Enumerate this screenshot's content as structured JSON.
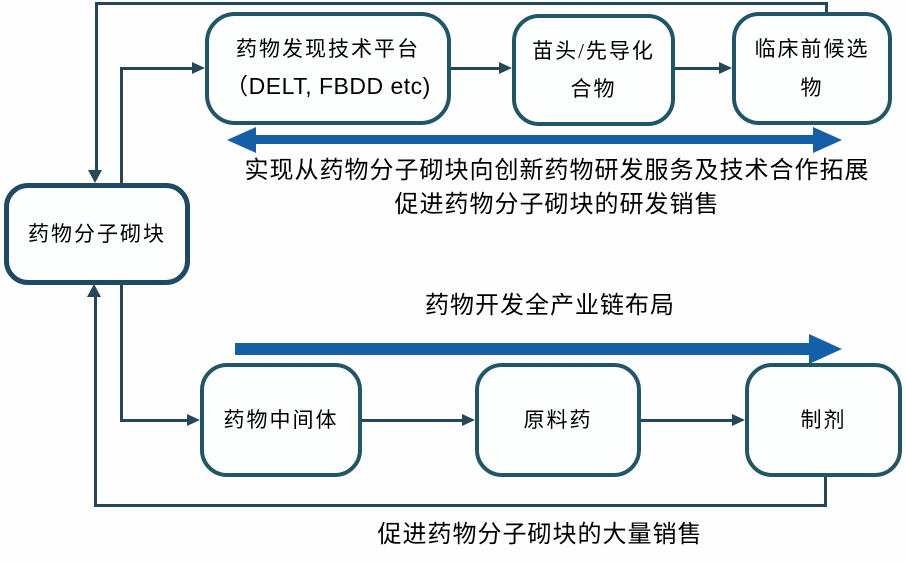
{
  "palette": {
    "line_color": "#25475a",
    "box_border": "#215666",
    "source_border": "#1f4a66",
    "accent": "#155fa6",
    "text_color": "#000000",
    "background": "#fefefe"
  },
  "source_box": {
    "label": "药物分子砌块"
  },
  "top_flow": {
    "boxes": [
      {
        "line1": "药物发现技术平台",
        "line2": "（DELT, FBDD etc)"
      },
      {
        "line1": "苗头/先导化",
        "line2": "合物"
      },
      {
        "line1": "临床前候选",
        "line2": "物"
      }
    ],
    "caption_line1": "实现从药物分子砌块向创新药物研发服务及技术合作拓展",
    "caption_line2": "促进药物分子砌块的研发销售"
  },
  "middle": {
    "caption": "药物开发全产业链布局"
  },
  "bottom_flow": {
    "boxes": [
      {
        "label": "药物中间体"
      },
      {
        "label": "原料药"
      },
      {
        "label": "制剂"
      }
    ],
    "caption": "促进药物分子砌块的大量销售"
  }
}
